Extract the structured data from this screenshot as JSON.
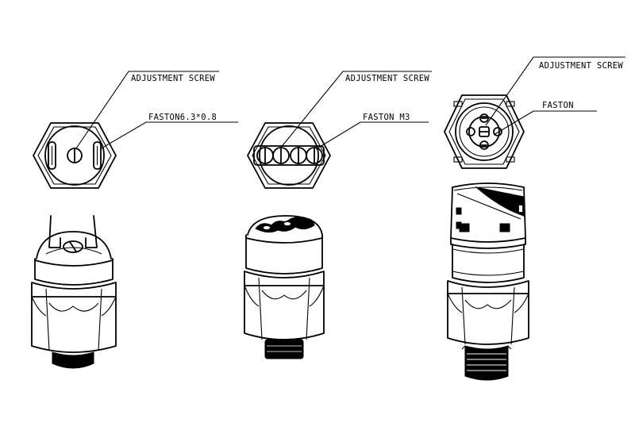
{
  "switch1": {
    "callout_adjustment": "ADJUSTMENT SCREW",
    "callout_faston": "FASTON6.3*0.8"
  },
  "switch2": {
    "callout_adjustment": "ADJUSTMENT SCREW",
    "callout_faston": "FASTON M3"
  },
  "switch3": {
    "callout_adjustment": "ADJUSTMENT SCREW",
    "callout_faston": "FASTON"
  }
}
